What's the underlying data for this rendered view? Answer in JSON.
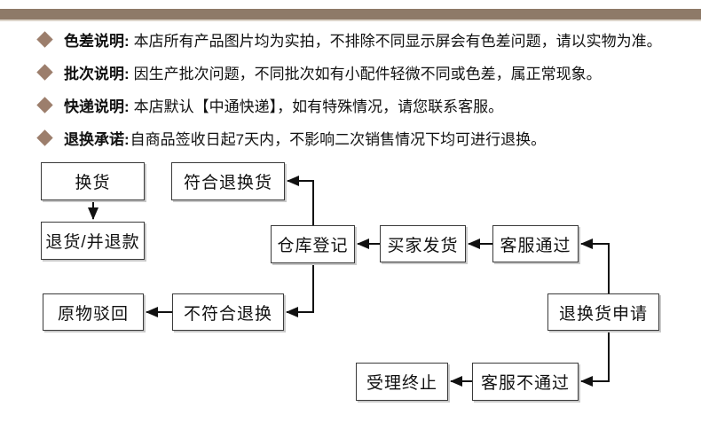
{
  "header_bar": {
    "color": "#8e7a68"
  },
  "notices": {
    "bullet_color": "#9c7e6c",
    "items": [
      {
        "label": "色差说明:",
        "text": "本店所有产品图片均为实拍，不排除不同显示屏会有色差问题，请以实物为准。"
      },
      {
        "label": "批次说明:",
        "text": "因生产批次问题，不同批次如有小配件轻微不同或色差，属正常现象。"
      },
      {
        "label": "快递说明:",
        "text": "本店默认【中通快递】，如有特殊情况，请您联系客服。"
      },
      {
        "label": "退换承诺:",
        "text": "自商品签收日起7天内，不影响二次销售情况下均可进行退换。"
      }
    ]
  },
  "flowchart": {
    "line_color": "#111111",
    "box_border_color": "#3a3a3a",
    "nodes": [
      {
        "id": "exchange",
        "label": "换货"
      },
      {
        "id": "eligible",
        "label": "符合退换货"
      },
      {
        "id": "return-refund",
        "label": "退货/并退款"
      },
      {
        "id": "warehouse",
        "label": "仓库登记"
      },
      {
        "id": "buyer-ship",
        "label": "买家发货"
      },
      {
        "id": "cs-approve",
        "label": "客服通过"
      },
      {
        "id": "reject-original",
        "label": "原物驳回"
      },
      {
        "id": "not-eligible",
        "label": "不符合退换"
      },
      {
        "id": "apply",
        "label": "退换货申请"
      },
      {
        "id": "terminate",
        "label": "受理终止"
      },
      {
        "id": "cs-deny",
        "label": "客服不通过"
      }
    ],
    "edges": [
      {
        "from": "换货",
        "to": "退货/并退款"
      },
      {
        "from": "客服通过",
        "to": "买家发货"
      },
      {
        "from": "买家发货",
        "to": "仓库登记"
      },
      {
        "from": "仓库登记",
        "to": "符合退换货"
      },
      {
        "from": "仓库登记",
        "to": "不符合退换"
      },
      {
        "from": "不符合退换",
        "to": "原物驳回"
      },
      {
        "from": "退换货申请",
        "to": "客服通过"
      },
      {
        "from": "退换货申请",
        "to": "客服不通过"
      },
      {
        "from": "客服不通过",
        "to": "受理终止"
      }
    ]
  }
}
